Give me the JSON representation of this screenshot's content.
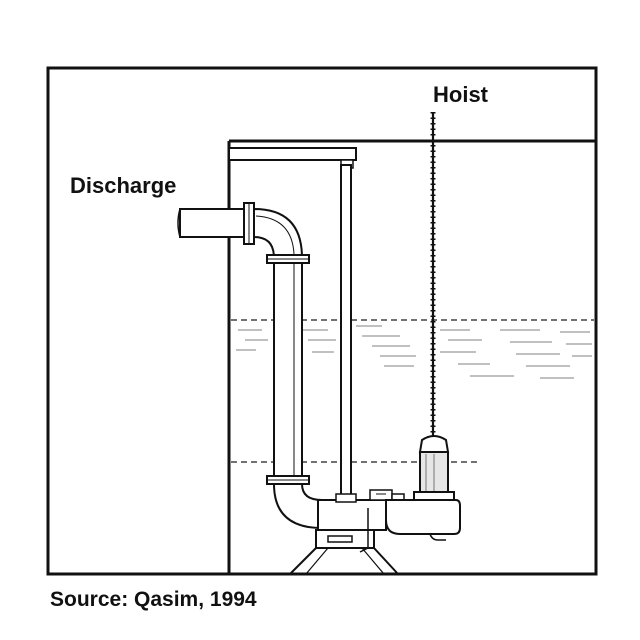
{
  "labels": {
    "hoist": "Hoist",
    "discharge": "Discharge"
  },
  "source": "Source:  Qasim, 1994",
  "colors": {
    "line": "#111111",
    "pipe_fill": "#ffffff",
    "water_dash": "#555555",
    "ripple": "#9a9a9a",
    "pump_fill": "#e6e6e6",
    "background": "#ffffff"
  }
}
